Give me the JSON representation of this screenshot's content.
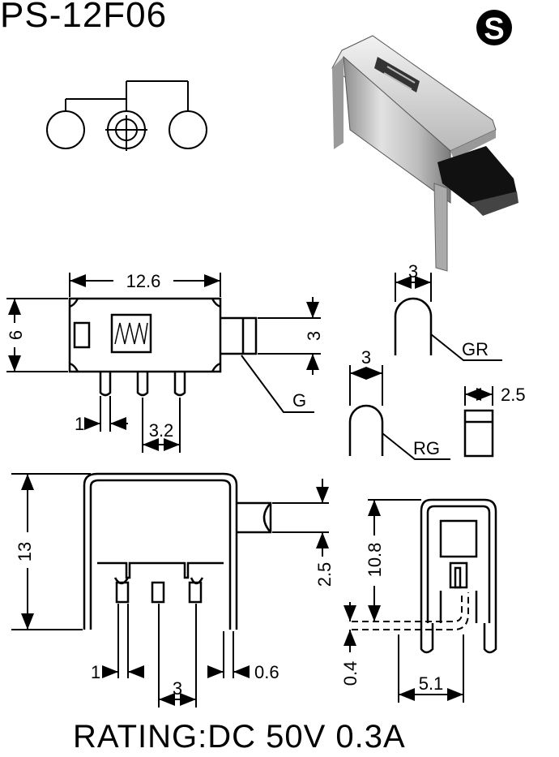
{
  "title": "PS-12F06",
  "logo_letter": "S",
  "rating": "RATING:DC 50V 0.3A",
  "dims": {
    "width": "12.6",
    "height": "6",
    "actuator_h": "3",
    "pin_w": "1",
    "pin_pitch": "3.2",
    "side_h": "13",
    "lever_drop": "2.5",
    "foot_w": "1",
    "foot_pitch": "3",
    "leg_t": "0.6",
    "front_h": "10.8",
    "front_off": "0.4",
    "front_w": "5.1",
    "gr_w": "3",
    "rg_w": "3",
    "tab_w": "2.5"
  },
  "labels": {
    "g": "G",
    "gr": "GR",
    "rg": "RG"
  }
}
